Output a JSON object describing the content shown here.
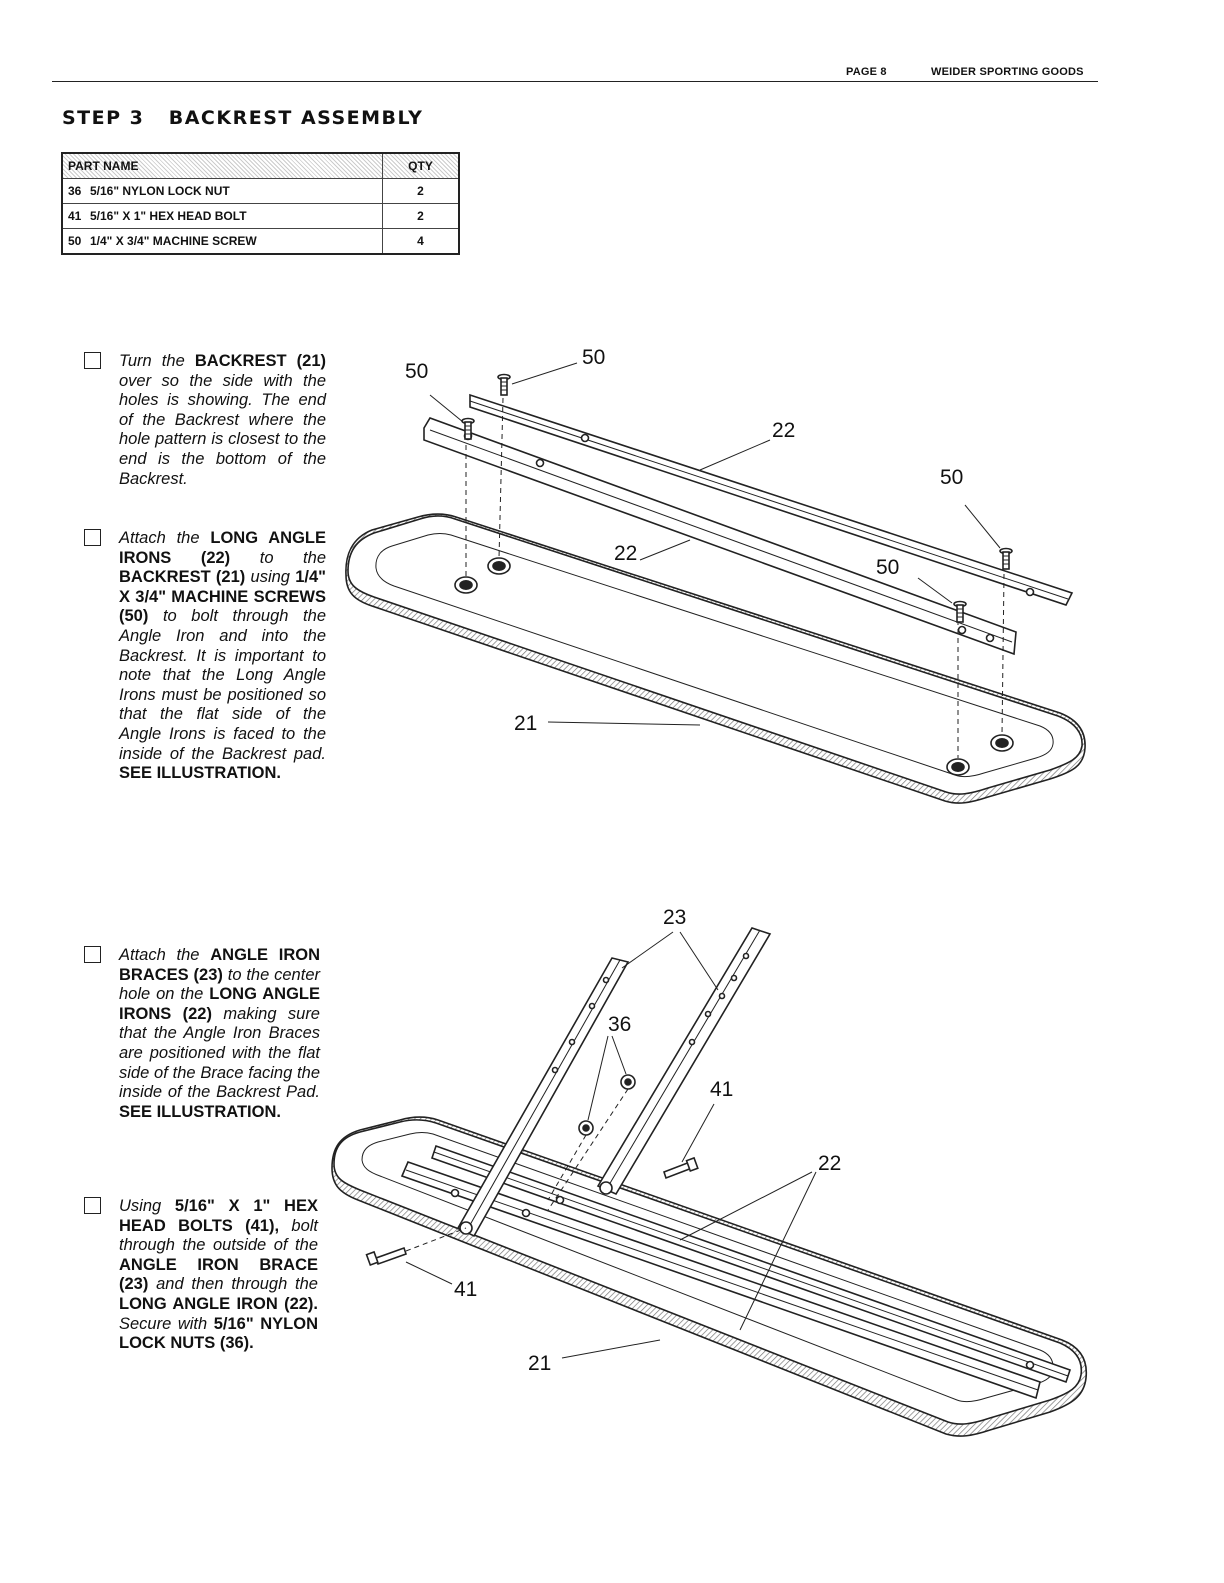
{
  "header": {
    "page": "PAGE 8",
    "company": "WEIDER SPORTING GOODS"
  },
  "step": {
    "title": "STEP 3   BACKREST ASSEMBLY"
  },
  "parts_table": {
    "col_name": "PART NAME",
    "col_qty": "QTY",
    "rows": [
      {
        "no": "36",
        "name": "5/16\" NYLON LOCK NUT",
        "qty": "2"
      },
      {
        "no": "41",
        "name": "5/16\" X 1\" HEX HEAD BOLT",
        "qty": "2"
      },
      {
        "no": "50",
        "name": "1/4\" X 3/4\" MACHINE SCREW",
        "qty": "4"
      }
    ]
  },
  "instructions": [
    {
      "segments": [
        {
          "t": "Turn the ",
          "b": false
        },
        {
          "t": "BACKREST (21)",
          "b": true
        },
        {
          "t": " over so the side with the holes is showing.  The end of the Backrest where the hole pattern is closest to the end is the bottom of the Backrest.",
          "b": false
        }
      ]
    },
    {
      "segments": [
        {
          "t": "Attach the ",
          "b": false
        },
        {
          "t": "LONG ANGLE IRONS (22)",
          "b": true
        },
        {
          "t": " to the ",
          "b": false
        },
        {
          "t": "BACKREST (21)",
          "b": true
        },
        {
          "t": " using ",
          "b": false
        },
        {
          "t": "1/4\" X 3/4\" MACHINE SCREWS (50)",
          "b": true
        },
        {
          "t": " to bolt through the Angle Iron and into the Backrest.  It is important to note that the Long Angle Irons must be positioned so that the flat side of the Angle Irons is faced to the inside of the Backrest pad.  ",
          "b": false
        },
        {
          "t": "SEE ILLUSTRATION.",
          "b": true
        }
      ]
    },
    {
      "segments": [
        {
          "t": "Attach the ",
          "b": false
        },
        {
          "t": "ANGLE IRON BRACES (23)",
          "b": true
        },
        {
          "t": " to the center hole on the ",
          "b": false
        },
        {
          "t": "LONG ANGLE IRONS (22)",
          "b": true
        },
        {
          "t": " making sure that the Angle Iron Braces are positioned with the flat side of the Brace facing the inside of the Backrest Pad.  ",
          "b": false
        },
        {
          "t": "SEE ILLUSTRATION.",
          "b": true
        }
      ]
    },
    {
      "segments": [
        {
          "t": "Using ",
          "b": false
        },
        {
          "t": "5/16\" X 1\" HEX HEAD BOLTS (41),",
          "b": true
        },
        {
          "t": " bolt through the outside of the ",
          "b": false
        },
        {
          "t": "ANGLE IRON BRACE (23)",
          "b": true
        },
        {
          "t": " and then through the ",
          "b": false
        },
        {
          "t": "LONG ANGLE IRON (22).",
          "b": true
        },
        {
          "t": " Secure with ",
          "b": false
        },
        {
          "t": "5/16\" NYLON LOCK NUTS (36).",
          "b": true
        }
      ]
    }
  ],
  "diagram_top_labels": {
    "a": "50",
    "b": "50",
    "c": "22",
    "d": "50",
    "e": "22",
    "f": "50",
    "g": "21"
  },
  "diagram_bottom_labels": {
    "a": "23",
    "b": "36",
    "c": "41",
    "d": "22",
    "e": "41",
    "f": "21"
  }
}
